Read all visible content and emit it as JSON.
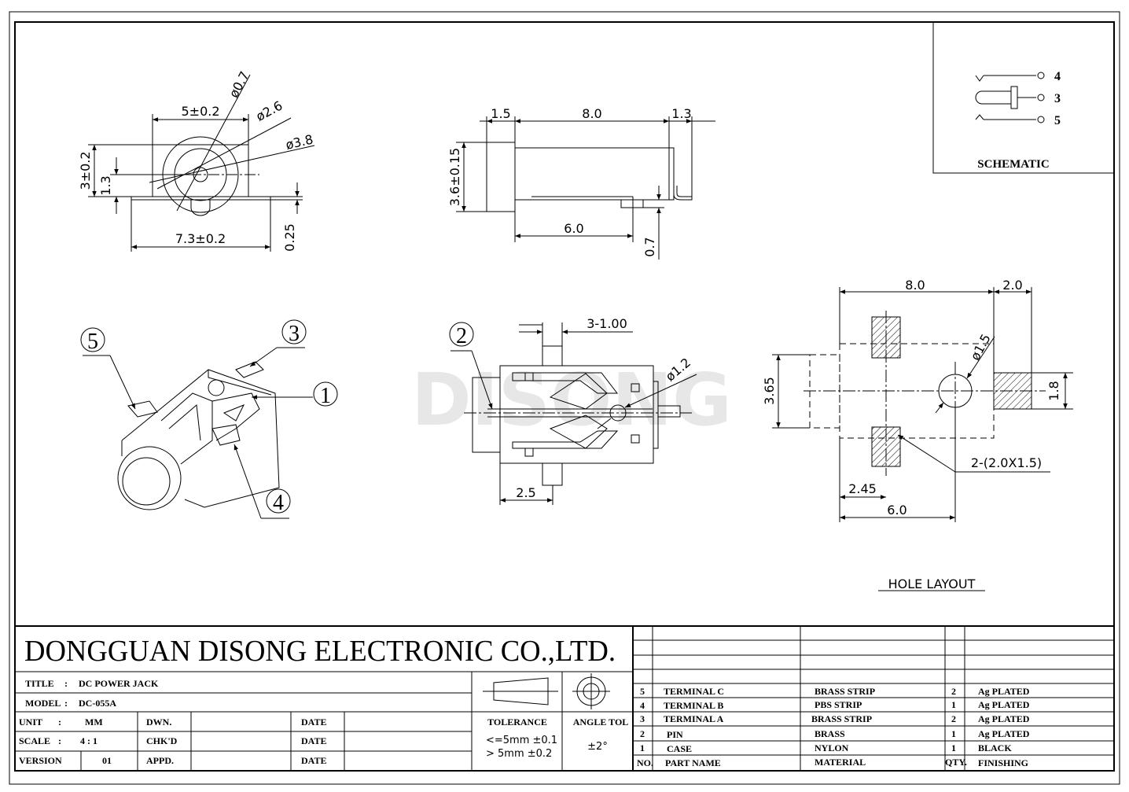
{
  "company": "DONGGUAN DISONG ELECTRONIC CO.,LTD.",
  "watermark": "DISONG",
  "title_block": {
    "title_label": "TITLE",
    "title_value": "DC POWER JACK",
    "model_label": "MODEL",
    "model_value": "DC-055A",
    "unit_label": "UNIT",
    "unit_value": "MM",
    "scale_label": "SCALE",
    "scale_value": "4 : 1",
    "version_label": "VERSION",
    "version_value": "01",
    "dwn_label": "DWN.",
    "chkd_label": "CHK'D",
    "appd_label": "APPD.",
    "date_label": "DATE",
    "tolerance_label": "TOLERANCE",
    "tolerance_line1": "<=5mm  ±0.1",
    "tolerance_line2": "> 5mm  ±0.2",
    "angle_label": "ANGLE TOL",
    "angle_value": "±2°",
    "colon": ":"
  },
  "bom": {
    "headers": {
      "no": "NO.",
      "part": "PART  NAME",
      "material": "MATERIAL",
      "qty": "QTY.",
      "finishing": "FINISHING"
    },
    "rows": [
      {
        "no": "5",
        "part": "TERMINAL C",
        "material": "BRASS STRIP",
        "qty": "2",
        "finishing": "Ag PLATED"
      },
      {
        "no": "4",
        "part": "TERMINAL B",
        "material": "PBS STRIP",
        "qty": "1",
        "finishing": "Ag PLATED"
      },
      {
        "no": "3",
        "part": "TERMINAL A",
        "material": "BRASS STRIP",
        "qty": "2",
        "finishing": "Ag PLATED"
      },
      {
        "no": "2",
        "part": "PIN",
        "material": "BRASS",
        "qty": "1",
        "finishing": "Ag PLATED"
      },
      {
        "no": "1",
        "part": "CASE",
        "material": "NYLON",
        "qty": "1",
        "finishing": "BLACK"
      }
    ]
  },
  "schematic": {
    "label": "SCHEMATIC",
    "pins": [
      "4",
      "3",
      "5"
    ]
  },
  "front_view": {
    "dim_width": "5±0.2",
    "dim_d07": "ø0.7",
    "dim_d26": "ø2.6",
    "dim_d38": "ø3.8",
    "dim_height": "3±0.2",
    "dim_center": "1.3",
    "dim_base": "7.3±0.2",
    "dim_foot": "0.25"
  },
  "side_view": {
    "dim_front": "1.5",
    "dim_body": "8.0",
    "dim_rear": "1.3",
    "dim_height": "3.6±0.15",
    "dim_pins": "6.0",
    "dim_pin_h": "0.7"
  },
  "iso_view": {
    "callouts": [
      "5",
      "3",
      "1",
      "4"
    ]
  },
  "top_view": {
    "callout": "2",
    "dim_pins": "3-1.00",
    "dim_hole": "ø1.2",
    "dim_offset": "2.5"
  },
  "hole_layout": {
    "title": "HOLE LAYOUT",
    "dim_length": "8.0",
    "dim_tail": "2.0",
    "dim_hole": "ø1.5",
    "dim_height": "3.65",
    "dim_pad": "1.8",
    "dim_pads": "2-(2.0X1.5)",
    "dim_offset": "2.45",
    "dim_base": "6.0"
  }
}
